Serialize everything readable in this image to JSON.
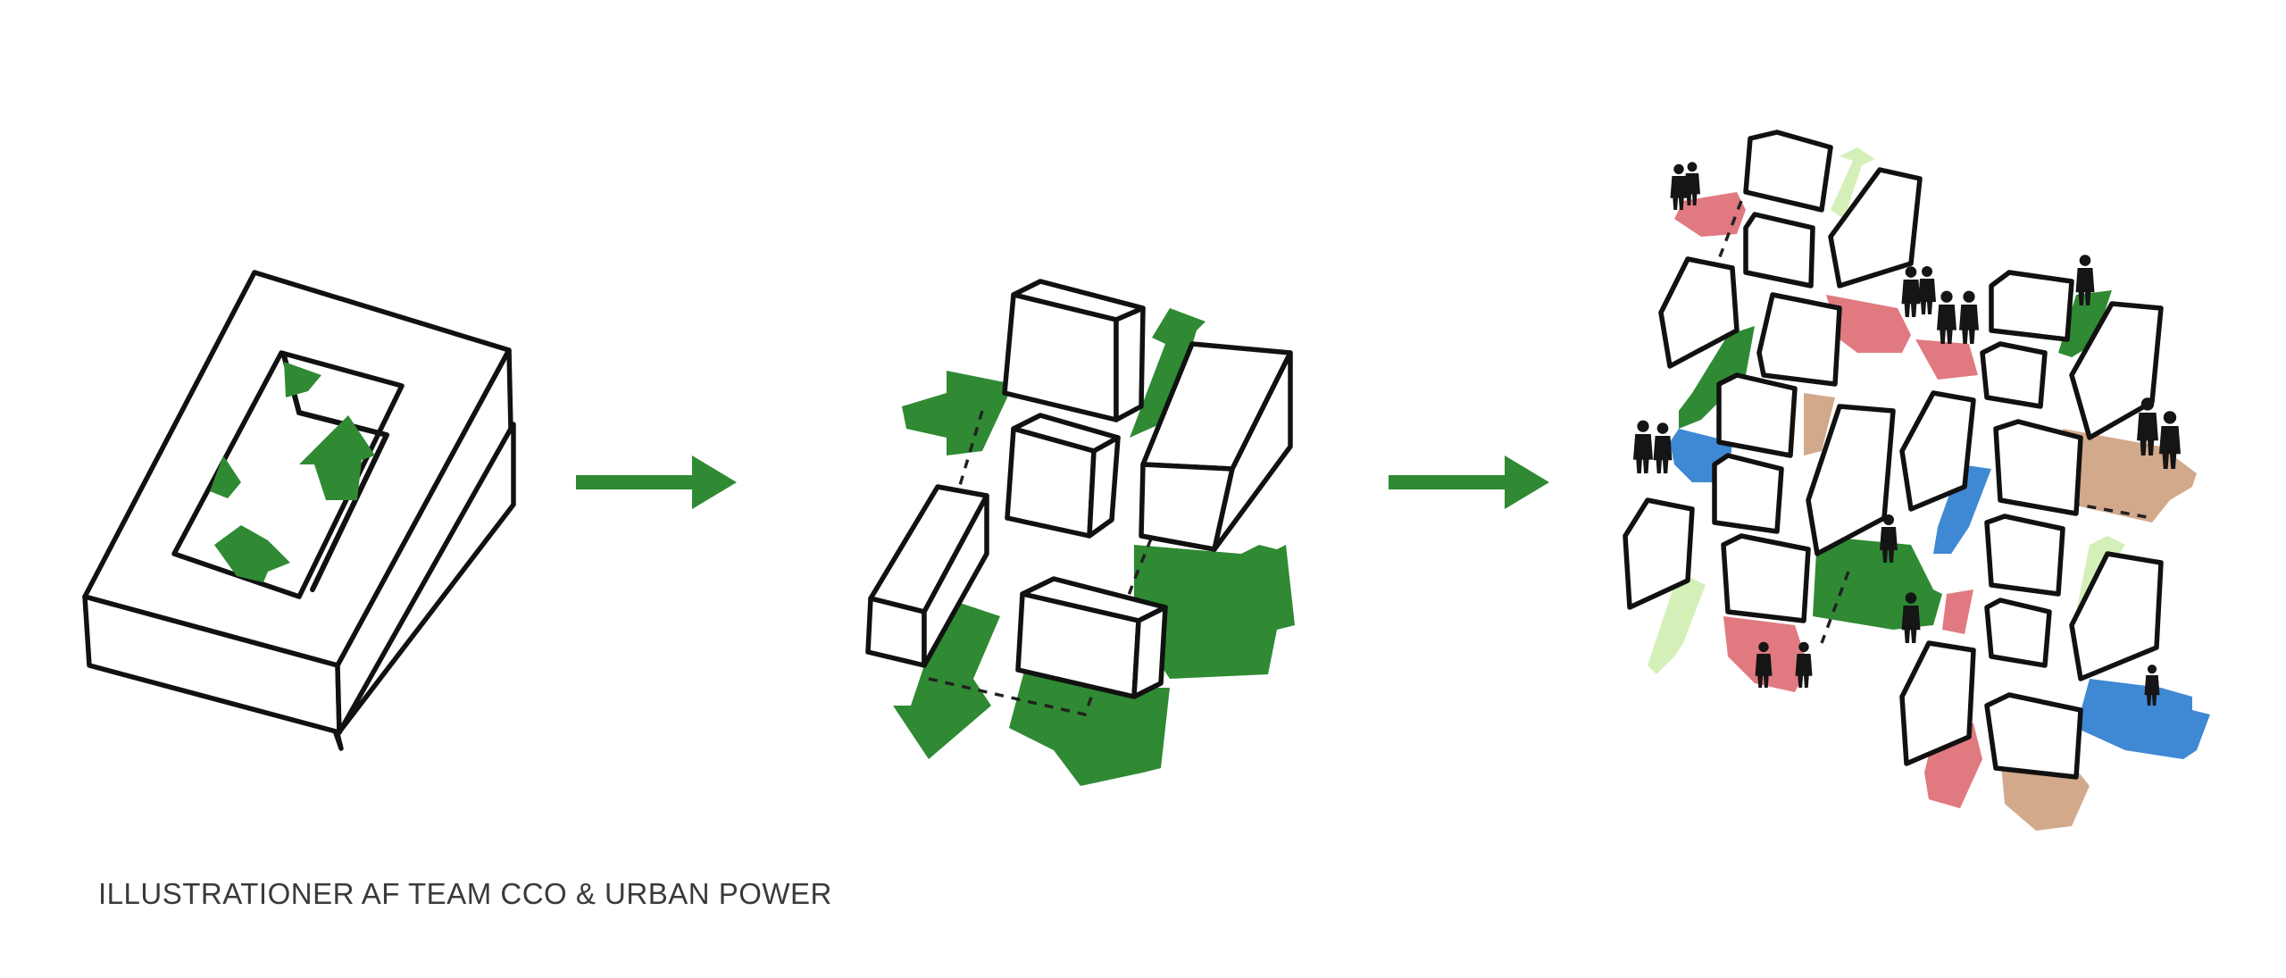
{
  "caption": "ILLUSTRATIONER AF TEAM CCO & URBAN POWER",
  "colors": {
    "green": "#2f8a33",
    "light_green": "#d4f0b8",
    "pink": "#e07a80",
    "blue": "#3f88d4",
    "tan": "#d3a98c",
    "ink": "#111111"
  },
  "panels": [
    {
      "name": "closed-courtyard-block"
    },
    {
      "name": "opened-block-with-green-flows"
    },
    {
      "name": "diverse-neighbourhood-with-colored-flows"
    }
  ]
}
